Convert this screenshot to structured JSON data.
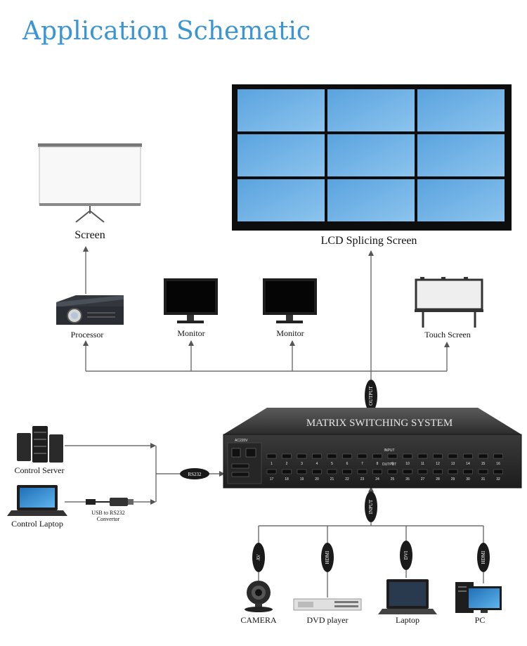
{
  "title": "Application Schematic",
  "devices": {
    "lcd_label": "LCD Splicing Screen",
    "screen_label": "Screen",
    "processor_label": "Processor",
    "monitor1_label": "Monitor",
    "monitor2_label": "Monitor",
    "touch_label": "Touch Screen",
    "control_server_label": "Control Server",
    "control_laptop_label": "Control Laptop",
    "converter_line1": "USB to RS232",
    "converter_line2": "Convertor",
    "camera_label": "CAMERA",
    "dvd_label": "DVD player",
    "laptop_label": "Laptop",
    "pc_label": "PC"
  },
  "matrix": {
    "name": "MATRIX SWITCHING SYSTEM",
    "input_text": "INPUT",
    "output_text": "OUTPUT",
    "power_text": "AC220V",
    "port_numbers": [
      "1",
      "2",
      "3",
      "4",
      "5",
      "6",
      "7",
      "8",
      "9",
      "10",
      "11",
      "12",
      "13",
      "14",
      "15",
      "16",
      "17",
      "18",
      "19",
      "20",
      "21",
      "22",
      "23",
      "24",
      "25",
      "26",
      "27",
      "28",
      "29",
      "30",
      "31",
      "32"
    ]
  },
  "badges": {
    "output": "OUTPUT",
    "input": "INPUT",
    "rs232": "RS232",
    "av": "AV",
    "hdmi1": "HDMI",
    "dvi": "DVI",
    "hdmi2": "HDMI"
  },
  "colors": {
    "title": "#3a95d2",
    "lcd_panel": "#6aaee4",
    "lcd_frame": "#111111",
    "device_dark": "#2b2b2b",
    "screen_blue": "#2b8fd6"
  }
}
